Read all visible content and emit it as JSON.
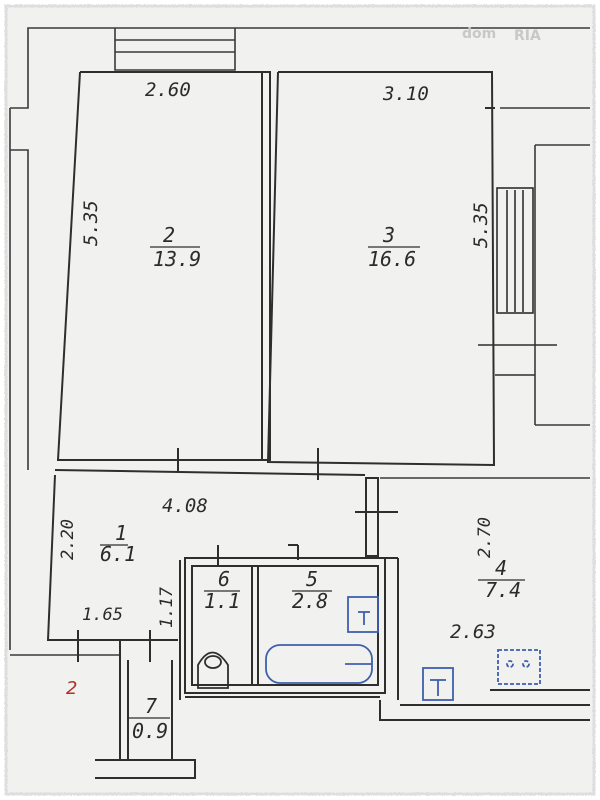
{
  "watermark": {
    "text": "dom",
    "brand": "RIA"
  },
  "corner_marker": "2",
  "dimensions": {
    "room2_width": "2.60",
    "room3_width": "3.10",
    "room2_height": "5.35",
    "room3_height": "5.35",
    "corridor_width": "4.08",
    "room1_height": "2.20",
    "room1_width": "1.65",
    "room1_side": "1.17",
    "room4_height": "2.70",
    "room4_width": "2.63"
  },
  "rooms": {
    "r1": {
      "number": "1",
      "area": "6.1"
    },
    "r2": {
      "number": "2",
      "area": "13.9"
    },
    "r3": {
      "number": "3",
      "area": "16.6"
    },
    "r4": {
      "number": "4",
      "area": "7.4"
    },
    "r5": {
      "number": "5",
      "area": "2.8"
    },
    "r6": {
      "number": "6",
      "area": "1.1"
    },
    "r7": {
      "number": "7",
      "area": "0.9"
    }
  },
  "colors": {
    "paper": "#f1f2f0",
    "ink": "#2b2b2b",
    "fixture_blue": "#3e5fae",
    "marker_red": "#b0322c"
  }
}
